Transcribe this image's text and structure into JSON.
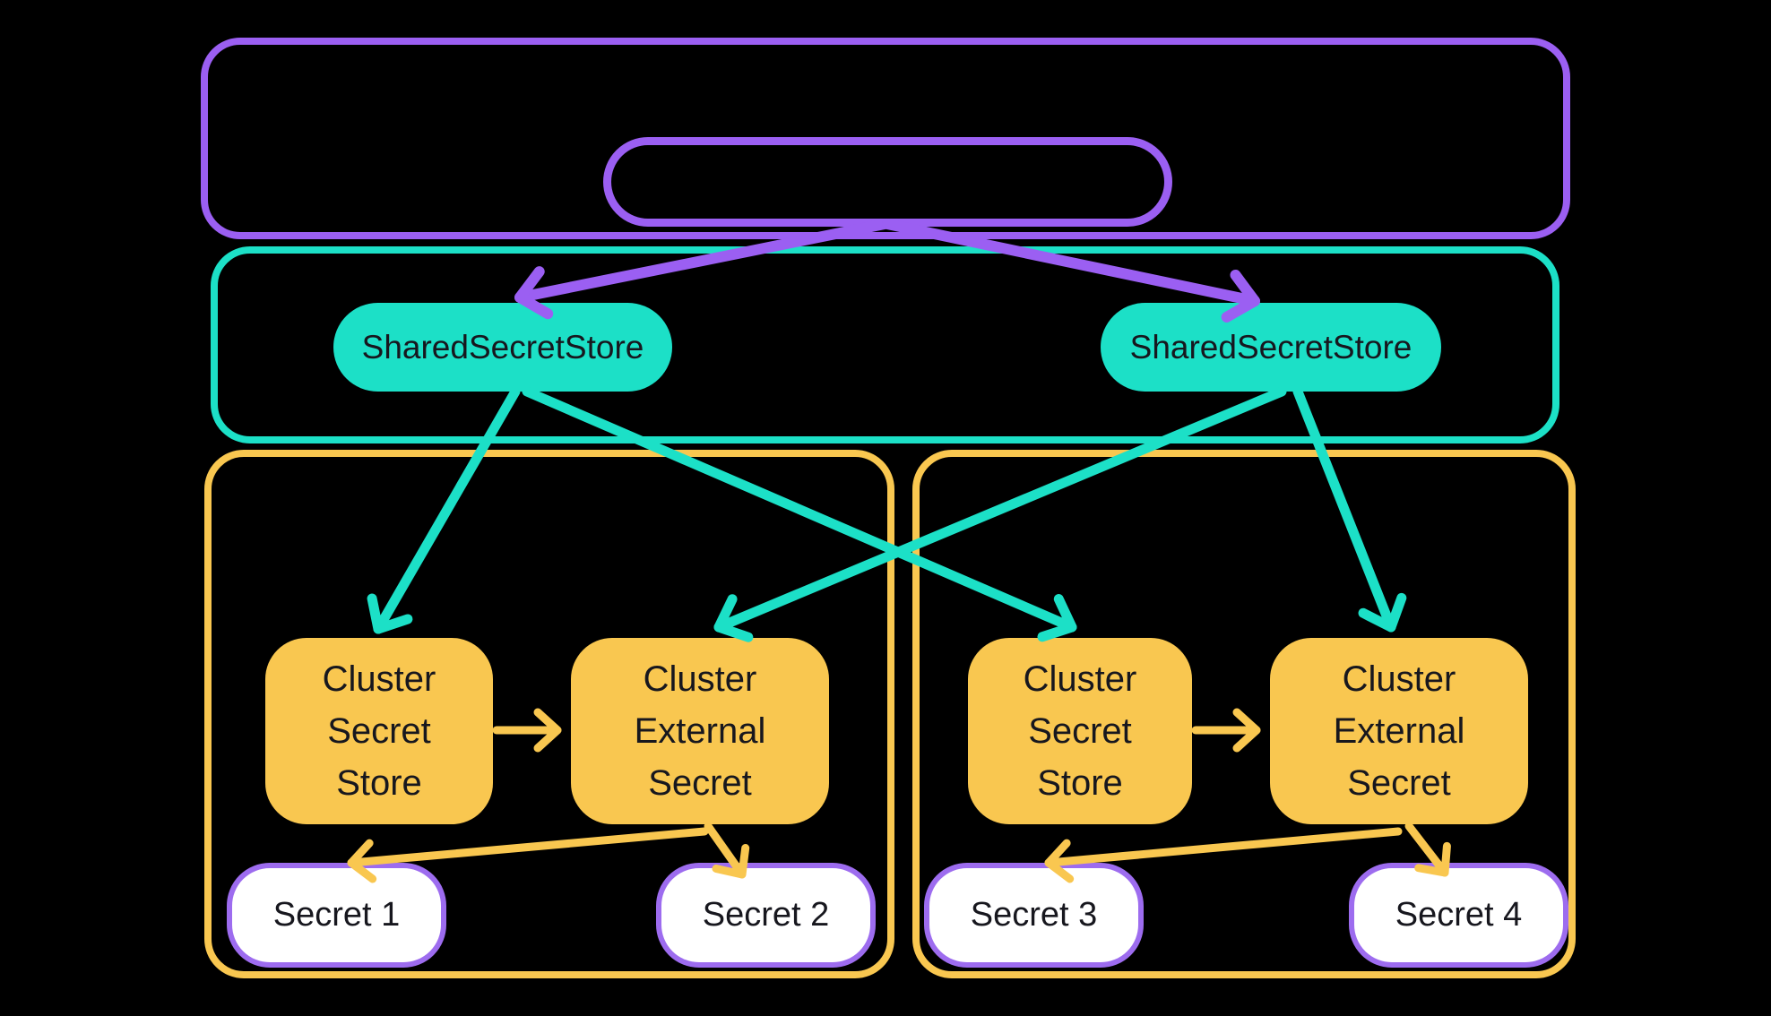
{
  "colors": {
    "purple": "#9B5FF2",
    "teal": "#1CE0C7",
    "yellow": "#F9C750",
    "node_text": "#17171E",
    "secret_fill": "#FFFFFF",
    "secret_border": "#9D6CEF",
    "background": "#000000"
  },
  "nodes": {
    "sss_left": {
      "label": "SharedSecretStore"
    },
    "sss_right": {
      "label": "SharedSecretStore"
    },
    "css_left": {
      "label": "Cluster Secret Store"
    },
    "ces_left": {
      "label": "Cluster External Secret"
    },
    "css_right": {
      "label": "Cluster Secret Store"
    },
    "ces_right": {
      "label": "Cluster External Secret"
    },
    "secret_1": {
      "label": "Secret 1"
    },
    "secret_2": {
      "label": "Secret 2"
    },
    "secret_3": {
      "label": "Secret 3"
    },
    "secret_4": {
      "label": "Secret 4"
    }
  },
  "edges": [
    {
      "from": "management-pill",
      "to": "sss_left",
      "color": "purple"
    },
    {
      "from": "management-pill",
      "to": "sss_right",
      "color": "purple"
    },
    {
      "from": "sss_left",
      "to": "css_left",
      "color": "teal"
    },
    {
      "from": "sss_left",
      "to": "css_right",
      "color": "teal"
    },
    {
      "from": "sss_right",
      "to": "ces_left",
      "color": "teal"
    },
    {
      "from": "sss_right",
      "to": "ces_right",
      "color": "teal"
    },
    {
      "from": "css_left",
      "to": "ces_left",
      "color": "yellow"
    },
    {
      "from": "ces_left",
      "to": "secret_1",
      "color": "yellow"
    },
    {
      "from": "ces_left",
      "to": "secret_2",
      "color": "yellow"
    },
    {
      "from": "css_right",
      "to": "ces_right",
      "color": "yellow"
    },
    {
      "from": "ces_right",
      "to": "secret_3",
      "color": "yellow"
    },
    {
      "from": "ces_right",
      "to": "secret_4",
      "color": "yellow"
    }
  ]
}
